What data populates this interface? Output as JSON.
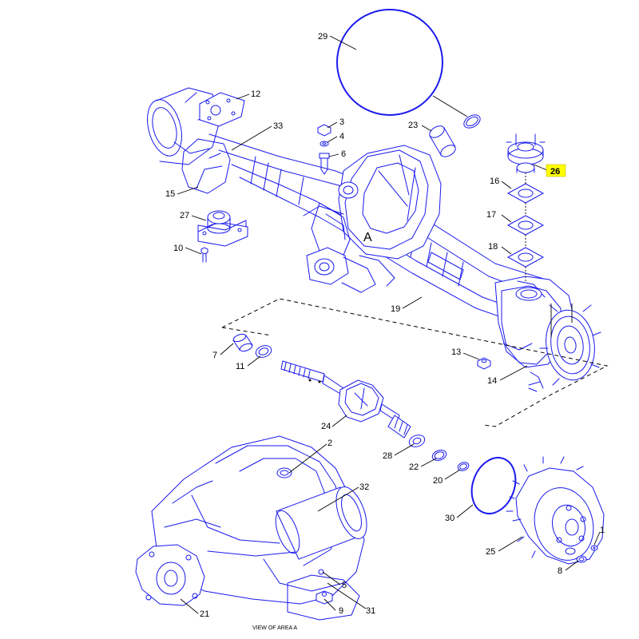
{
  "callouts": [
    {
      "id": "c29",
      "text": "29"
    },
    {
      "id": "c12",
      "text": "12"
    },
    {
      "id": "c3",
      "text": "3"
    },
    {
      "id": "c4",
      "text": "4"
    },
    {
      "id": "c33",
      "text": "33"
    },
    {
      "id": "c6",
      "text": "6"
    },
    {
      "id": "c23",
      "text": "23"
    },
    {
      "id": "c26",
      "text": "26",
      "highlighted": true
    },
    {
      "id": "c15",
      "text": "15"
    },
    {
      "id": "c16",
      "text": "16"
    },
    {
      "id": "c27",
      "text": "27"
    },
    {
      "id": "c17",
      "text": "17"
    },
    {
      "id": "c10",
      "text": "10"
    },
    {
      "id": "c18",
      "text": "18"
    },
    {
      "id": "c19",
      "text": "19"
    },
    {
      "id": "c7",
      "text": "7"
    },
    {
      "id": "c13",
      "text": "13"
    },
    {
      "id": "c11",
      "text": "11"
    },
    {
      "id": "c14",
      "text": "14"
    },
    {
      "id": "c24",
      "text": "24"
    },
    {
      "id": "c2",
      "text": "2"
    },
    {
      "id": "c28",
      "text": "28"
    },
    {
      "id": "c22",
      "text": "22"
    },
    {
      "id": "c32",
      "text": "32"
    },
    {
      "id": "c20",
      "text": "20"
    },
    {
      "id": "c30",
      "text": "30"
    },
    {
      "id": "c1",
      "text": "1"
    },
    {
      "id": "c25",
      "text": "25"
    },
    {
      "id": "c8",
      "text": "8"
    },
    {
      "id": "c5",
      "text": "5"
    },
    {
      "id": "c21",
      "text": "21"
    },
    {
      "id": "c9",
      "text": "9"
    },
    {
      "id": "c31",
      "text": "31"
    }
  ],
  "area_marker": "A",
  "view_caption": "VIEW OF AREA A",
  "colors": {
    "line": "#1a1aee",
    "highlight": "#ffff00",
    "text": "#000000"
  }
}
